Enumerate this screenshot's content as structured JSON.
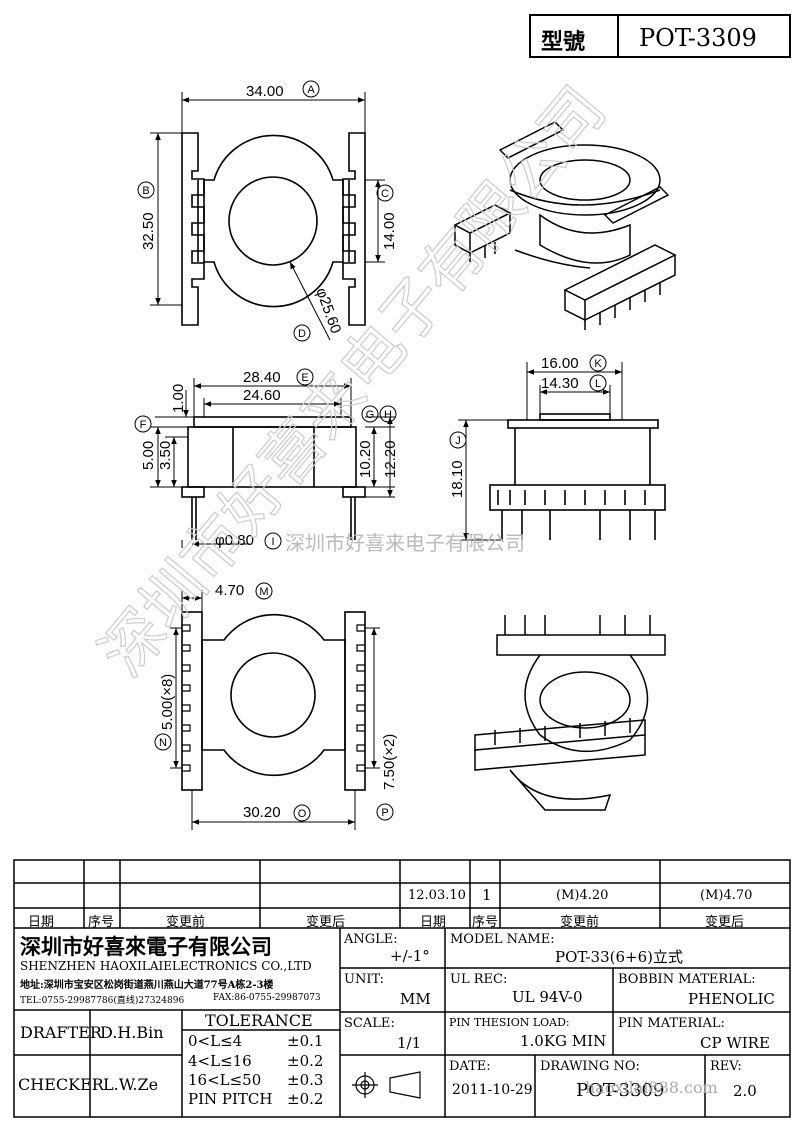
{
  "model_box": {
    "label": "型號",
    "value": "POT-3309"
  },
  "dims": {
    "A": "34.00",
    "B": "32.50",
    "C": "14.00",
    "D": "φ25.60",
    "E": "28.40",
    "E_inner": "24.60",
    "F": "5.00",
    "G_val": "3.50",
    "one": "1.00",
    "H1": "10.20",
    "H2": "12.20",
    "I": "φ0.80",
    "K": "16.00",
    "L": "14.30",
    "J": "18.10",
    "M": "4.70",
    "N": "5.00(×8)",
    "O": "30.20",
    "P": "7.50(×2)"
  },
  "circle_letters": [
    "A",
    "B",
    "C",
    "D",
    "E",
    "F",
    "G",
    "H",
    "I",
    "J",
    "K",
    "L",
    "M",
    "N",
    "O",
    "P"
  ],
  "watermark": {
    "company": "深圳市好喜来电子有限公司",
    "diag": "深圳市好喜来电子有限公司"
  },
  "revision": {
    "row": {
      "date": "12.03.10",
      "no": "1",
      "before": "(M)4.20",
      "after": "(M)4.70"
    },
    "headers": [
      "日期",
      "序号",
      "变更前",
      "变更后",
      "日期",
      "序号",
      "变更前",
      "变更后"
    ]
  },
  "company": {
    "name_cn": "深圳市好喜來電子有限公司",
    "name_en": "SHENZHEN HAOXILAIELECTRONICS CO.,LTD",
    "address": "地址:深圳市宝安区松岗街道燕川燕山大道77号A栋2-3楼",
    "tel": "TEL:0755-29987786(直线)27324896",
    "fax": "FAX:86-0755-29987073"
  },
  "title_block": {
    "angle_label": "ANGLE:",
    "angle_value": "+/-1°",
    "model_label": "MODEL NAME:",
    "model_value": "POT-33(6+6)立式",
    "unit_label": "UNIT:",
    "unit_value": "MM",
    "ul_label": "UL REC:",
    "ul_value": "UL 94V-0",
    "bobbin_label": "BOBBIN MATERIAL:",
    "bobbin_value": "PHENOLIC",
    "scale_label": "SCALE:",
    "scale_value": "1/1",
    "pin_load_label": "PIN THESION LOAD:",
    "pin_load_value": "1.0KG MIN",
    "pin_mat_label": "PIN MATERIAL:",
    "pin_mat_value": "CP  WIRE",
    "date_label": "DATE:",
    "date_value": "2011-10-29",
    "drawing_label": "DRAWING NO:",
    "drawing_value": "POT-3309",
    "rev_label": "REV:",
    "rev_value": "2.0",
    "drafter_label": "DRAFTER",
    "drafter_value": "D.H.Bin",
    "checker_label": "CHECKER",
    "checker_value": "L.W.Ze",
    "tolerance_title": "TOLERANCE",
    "tolerance_rows": [
      {
        "range": "0<L≤4",
        "tol": "±0.1"
      },
      {
        "range": "4<L≤16",
        "tol": "±0.2"
      },
      {
        "range": "16<L≤50",
        "tol": "±0.3"
      },
      {
        "range": "PIN PITCH",
        "tol": "±0.2"
      }
    ],
    "url_watermark": "haoxilai888.com"
  }
}
